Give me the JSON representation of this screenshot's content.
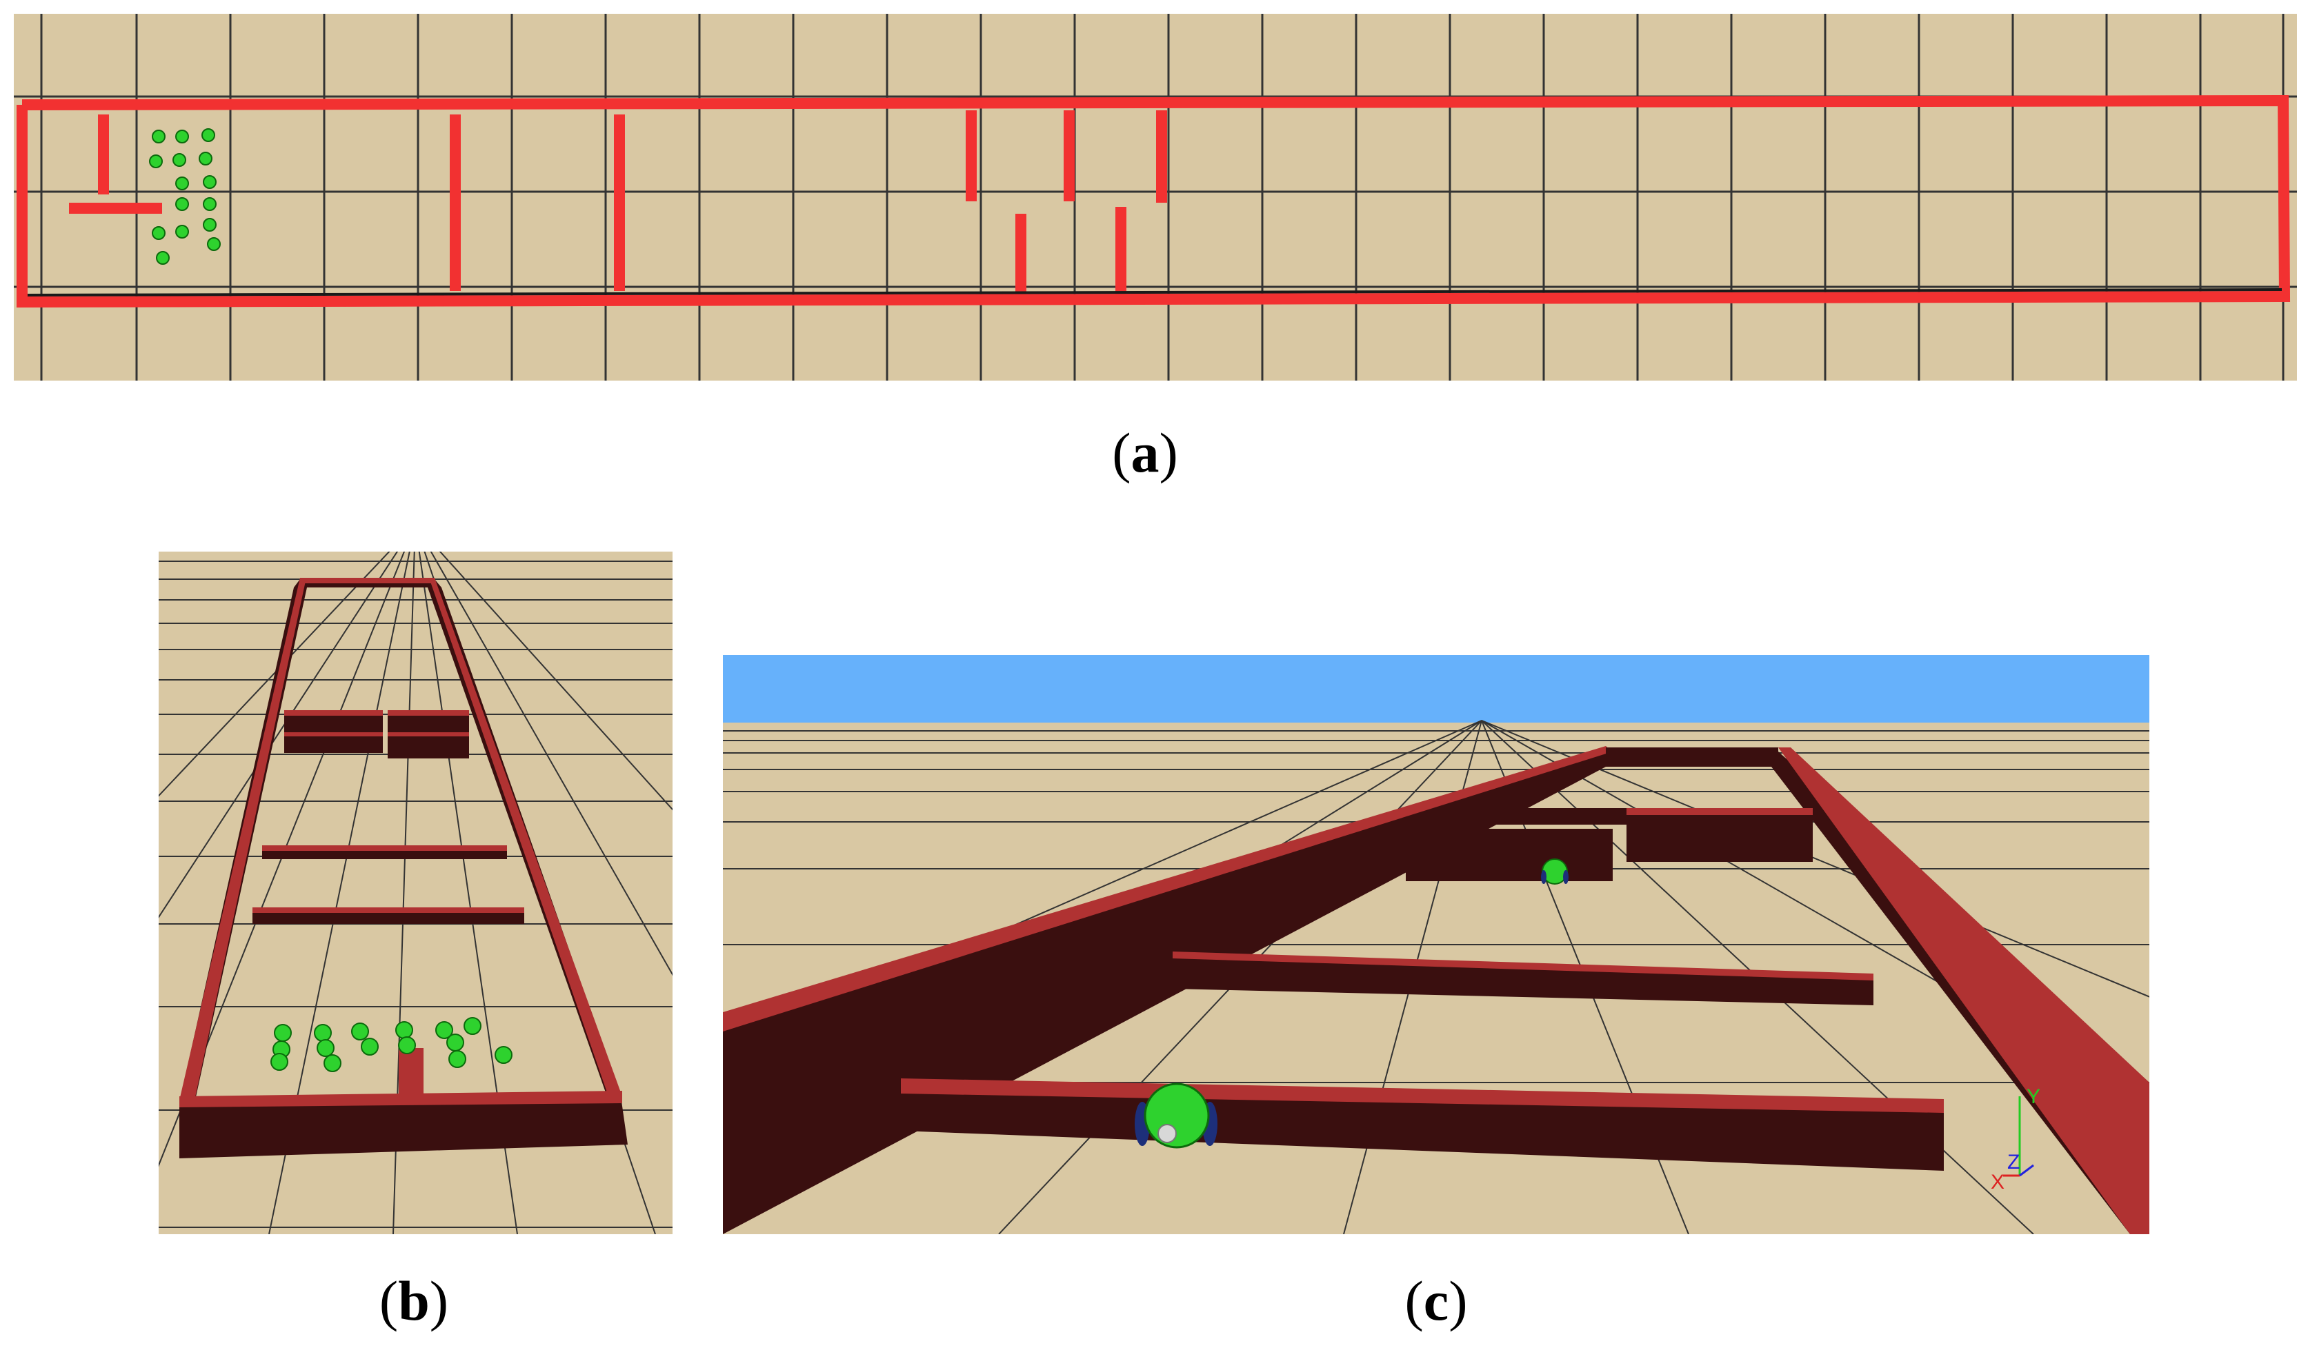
{
  "captions": {
    "a": "a",
    "b": "b",
    "c": "c"
  },
  "axis_labels": {
    "x": "X",
    "y": "Y",
    "z": "Z"
  },
  "colors": {
    "ground": "#d9c8a3",
    "grid": "#2a2a2a",
    "wall_top_view": "#f23131",
    "wall_top": "#b03232",
    "wall_side": "#3a0f0f",
    "sky": "#66b1fb",
    "robot": "#2ed22e",
    "wheel": "#1d2f7a"
  }
}
